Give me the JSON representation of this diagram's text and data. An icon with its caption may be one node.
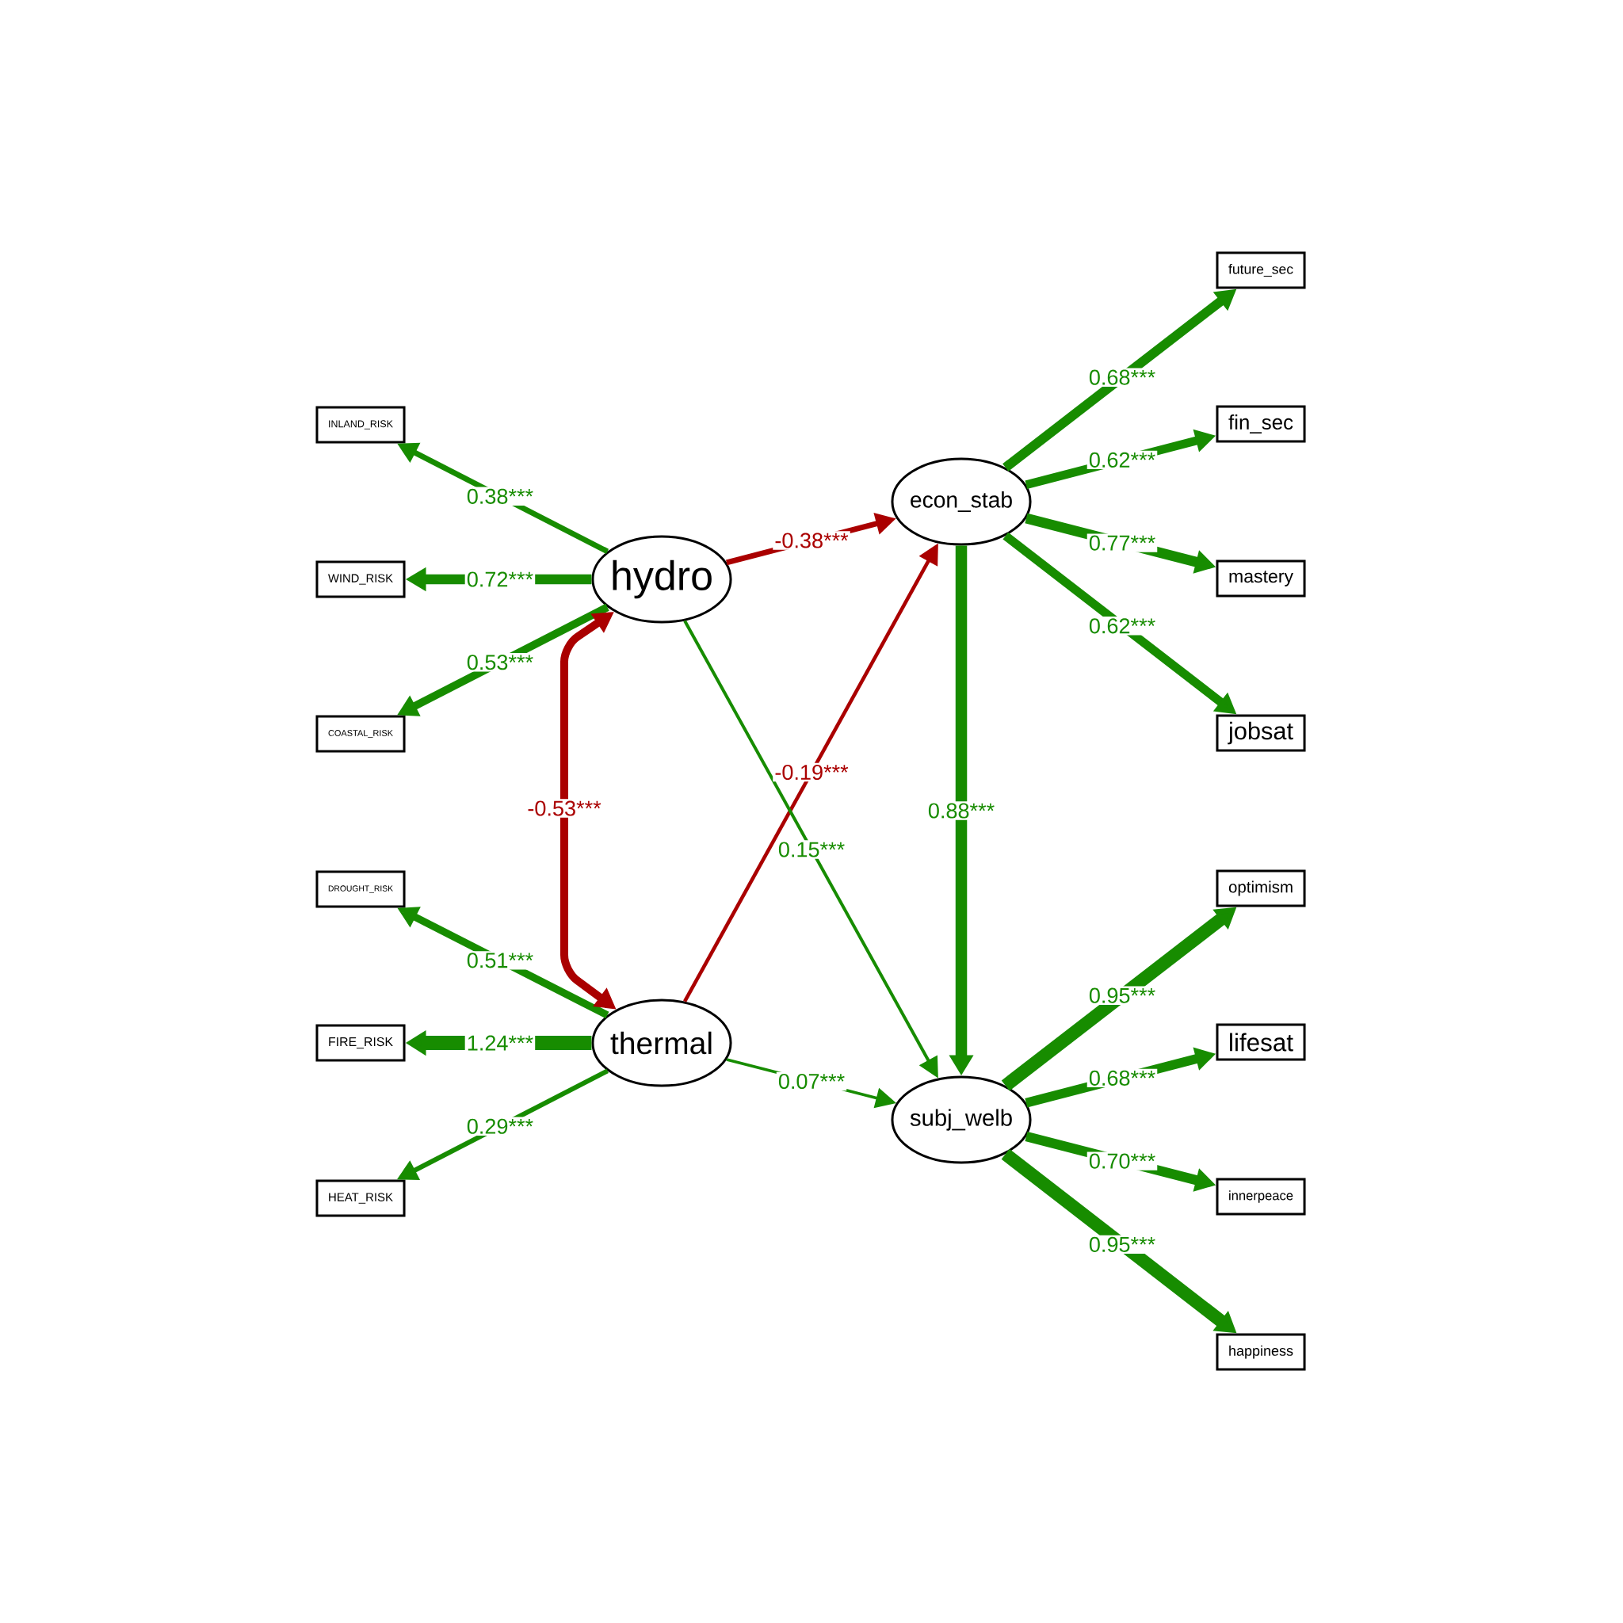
{
  "diagram": {
    "nodes": [
      {
        "text": [
          "future_sec"
        ]
      },
      {
        "text": [
          "INLAND_RISK"
        ]
      },
      {
        "text": [
          "fin_sec"
        ]
      },
      {
        "text": [
          "econ_stab"
        ]
      },
      {
        "text": [
          "WIND_RISK"
        ]
      },
      {
        "text": [
          "hydro"
        ]
      },
      {
        "text": [
          "mastery"
        ]
      },
      {
        "text": [
          "COASTAL_RISK"
        ]
      },
      {
        "text": [
          "jobsat"
        ]
      },
      {
        "text": [
          "DROUGHT_RISK"
        ]
      },
      {
        "text": [
          "optimism"
        ]
      },
      {
        "text": [
          "FIRE_RISK"
        ]
      },
      {
        "text": [
          "thermal"
        ]
      },
      {
        "text": [
          "lifesat"
        ]
      },
      {
        "text": [
          "subj_welb"
        ]
      },
      {
        "text": [
          "HEAT_RISK"
        ]
      },
      {
        "text": [
          "innerpeace"
        ]
      },
      {
        "text": [
          "happiness"
        ]
      }
    ],
    "edges": [
      {
        "from": 5,
        "to": 1,
        "arrow": "to",
        "label": "0.38***"
      },
      {
        "from": 5,
        "to": 4,
        "arrow": "to",
        "label": "0.72***"
      },
      {
        "from": 5,
        "to": 7,
        "arrow": "to",
        "label": "0.53***"
      },
      {
        "from": 12,
        "to": 9,
        "arrow": "to",
        "label": "0.51***"
      },
      {
        "from": 12,
        "to": 11,
        "arrow": "to",
        "label": "1.24***"
      },
      {
        "from": 12,
        "to": 15,
        "arrow": "to",
        "label": "0.29***"
      },
      {
        "from": 5,
        "to": 12,
        "arrow": "both",
        "label": "-0.53***",
        "color": "#aa0000"
      },
      {
        "from": 5,
        "to": 3,
        "arrow": "to",
        "label": "-0.38***",
        "color": "#aa0000"
      },
      {
        "from": 12,
        "to": 3,
        "arrow": "to",
        "label": "-0.19***",
        "color": "#aa0000"
      },
      {
        "from": 5,
        "to": 14,
        "arrow": "to",
        "label": "0.15***"
      },
      {
        "from": 12,
        "to": 14,
        "arrow": "to",
        "label": "0.07***"
      },
      {
        "from": 3,
        "to": 14,
        "arrow": "to",
        "label": "0.88***"
      },
      {
        "from": 3,
        "to": 0,
        "arrow": "to",
        "label": "0.68***"
      },
      {
        "from": 3,
        "to": 2,
        "arrow": "to",
        "label": "0.62***"
      },
      {
        "from": 3,
        "to": 6,
        "arrow": "to",
        "label": "0.77***"
      },
      {
        "from": 3,
        "to": 8,
        "arrow": "to",
        "label": "0.62***"
      },
      {
        "from": 14,
        "to": 10,
        "arrow": "to",
        "label": "0.95***"
      },
      {
        "from": 14,
        "to": 13,
        "arrow": "to",
        "label": "0.68***"
      },
      {
        "from": 14,
        "to": 16,
        "arrow": "to",
        "label": "0.70***"
      },
      {
        "from": 14,
        "to": 17,
        "arrow": "to",
        "label": "0.95***"
      }
    ]
  }
}
